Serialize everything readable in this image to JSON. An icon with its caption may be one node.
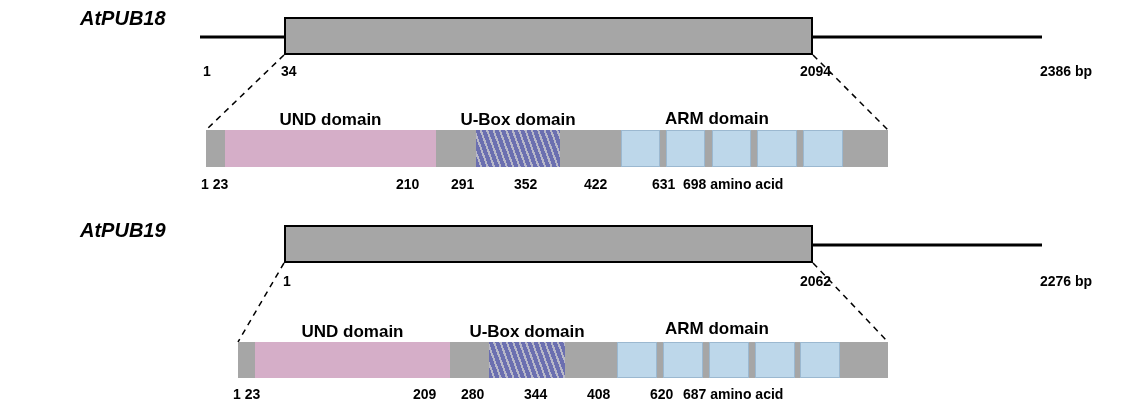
{
  "diagram": {
    "nodes": [
      {
        "text": [],
        "shape": "box"
      },
      {
        "text": [],
        "shape": "bar"
      },
      {
        "text": [
          "UND domain"
        ],
        "in": 1
      },
      {
        "text": [
          "U-Box domain"
        ],
        "in": 1
      },
      {
        "text": [],
        "shape": "box",
        "in": 1
      },
      {
        "text": [],
        "shape": "box",
        "in": 1
      },
      {
        "text": [],
        "shape": "box",
        "in": 1
      },
      {
        "text": [],
        "shape": "box",
        "in": 1
      },
      {
        "text": [],
        "shape": "box",
        "in": 1
      },
      {
        "text": [],
        "shape": "box"
      },
      {
        "text": [],
        "shape": "bar"
      },
      {
        "text": [
          "UND domain"
        ],
        "in": 10
      },
      {
        "text": [
          "U-Box domain"
        ],
        "in": 10
      },
      {
        "text": [],
        "shape": "box",
        "in": 10
      },
      {
        "text": [],
        "shape": "box",
        "in": 10
      },
      {
        "text": [],
        "shape": "box",
        "in": 10
      },
      {
        "text": [],
        "shape": "box",
        "in": 10
      },
      {
        "text": [],
        "shape": "box",
        "in": 10
      }
    ],
    "edges": [
      {
        "from": 0,
        "to": 1,
        "arrow": "none",
        "style": "dashed"
      },
      {
        "from": 0,
        "to": 1,
        "arrow": "none",
        "style": "dashed"
      },
      {
        "from": 9,
        "to": 10,
        "arrow": "none",
        "style": "dashed"
      },
      {
        "from": 9,
        "to": 10,
        "arrow": "none",
        "style": "dashed"
      }
    ],
    "labels": [
      "AtPUB18",
      "1",
      "34",
      "2094",
      "2386 bp",
      "ARM domain",
      "1 23",
      "210",
      "291",
      "352",
      "422",
      "631",
      "698 amino acid",
      "AtPUB19",
      "1",
      "2062",
      "2276 bp",
      "ARM domain",
      "1 23",
      "209",
      "280",
      "344",
      "408",
      "620",
      "687 amino acid"
    ]
  }
}
